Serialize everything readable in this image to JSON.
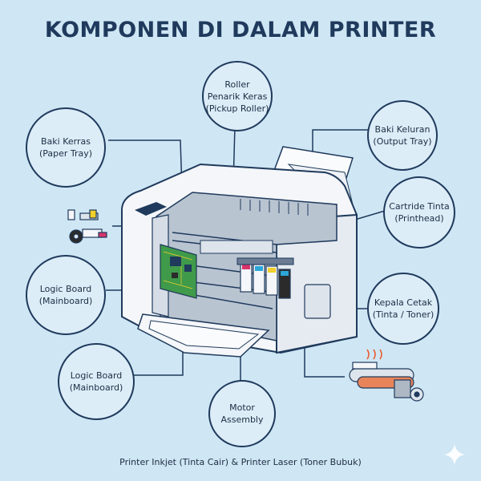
{
  "title": "KOMPONEN DI DALAM PRINTER",
  "footer": "Printer Inkjet (Tinta Cair) & Printer Laser (Toner Bubuk)",
  "callouts": {
    "roller": {
      "line1": "Roller",
      "line2": "Penarik Keras",
      "line3": "(Pickup Roller)"
    },
    "paper_tray": {
      "line1": "Baki Kerras",
      "line2": "(Paper Tray)"
    },
    "output_tray": {
      "line1": "Baki Keluran",
      "line2": "(Output Tray)"
    },
    "cartridge": {
      "line1": "Cartride Tinta",
      "line2": "(Printhead)"
    },
    "logic_board_1": {
      "line1": "Logic Board",
      "line2": "(Mainboard)"
    },
    "print_head": {
      "line1": "Kepala Cetak",
      "line2": "(Tinta / Toner)"
    },
    "logic_board_2": {
      "line1": "Logic Board",
      "line2": "(Mainboard)"
    },
    "motor": {
      "line1": "Motor",
      "line2": "Assembly"
    }
  },
  "colors": {
    "background": "#cfe6f4",
    "outline": "#1f3a5c",
    "printer_body": "#f4f6f9",
    "circuit_board": "#3f9a4a",
    "ink_cyan": "#2aa7d8",
    "ink_magenta": "#d8336b",
    "ink_yellow": "#f2cf2a",
    "ink_black": "#2b2b2b"
  },
  "icons": [
    "sparkle-icon",
    "printer-illustration",
    "gear-motor-icon",
    "fuser-roller-icon"
  ]
}
